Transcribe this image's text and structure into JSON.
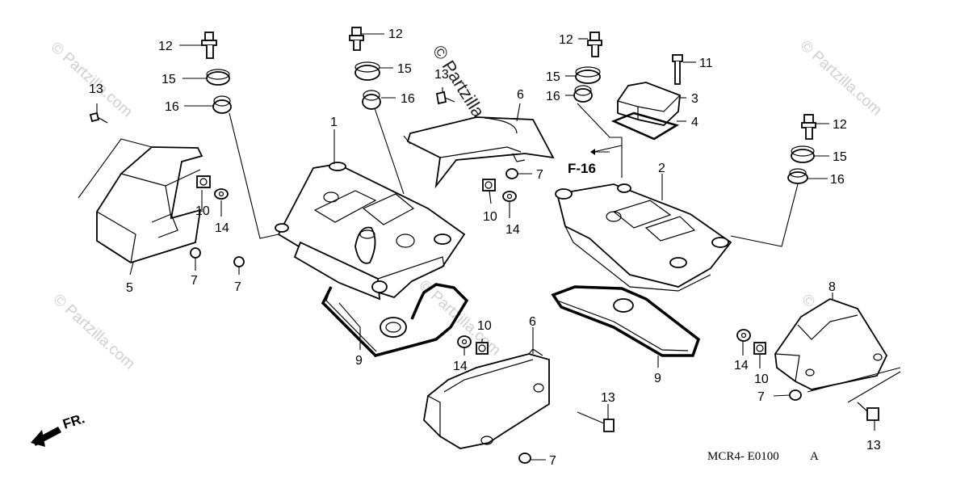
{
  "watermarks": {
    "main": "© Partzilla.com",
    "faded": "© Partzilla.com"
  },
  "direction_label": "FR.",
  "figure_ref": "F-16",
  "diagram_code": "MCR4- E0100",
  "diagram_code_suffix": "A",
  "callouts": [
    {
      "id": "c12a",
      "text": "12"
    },
    {
      "id": "c15a",
      "text": "15"
    },
    {
      "id": "c16a",
      "text": "16"
    },
    {
      "id": "c13a",
      "text": "13"
    },
    {
      "id": "c10a",
      "text": "10"
    },
    {
      "id": "c14a",
      "text": "14"
    },
    {
      "id": "c7a",
      "text": "7"
    },
    {
      "id": "c7b",
      "text": "7"
    },
    {
      "id": "c5",
      "text": "5"
    },
    {
      "id": "c12b",
      "text": "12"
    },
    {
      "id": "c15b",
      "text": "15"
    },
    {
      "id": "c16b",
      "text": "16"
    },
    {
      "id": "c1",
      "text": "1"
    },
    {
      "id": "c9a",
      "text": "9"
    },
    {
      "id": "c13b",
      "text": "13"
    },
    {
      "id": "c6a",
      "text": "6"
    },
    {
      "id": "c7c",
      "text": "7"
    },
    {
      "id": "c10b",
      "text": "10"
    },
    {
      "id": "c14b",
      "text": "14"
    },
    {
      "id": "c12c",
      "text": "12"
    },
    {
      "id": "c15c",
      "text": "15"
    },
    {
      "id": "c16c",
      "text": "16"
    },
    {
      "id": "c11",
      "text": "11"
    },
    {
      "id": "c3",
      "text": "3"
    },
    {
      "id": "c4",
      "text": "4"
    },
    {
      "id": "c2",
      "text": "2"
    },
    {
      "id": "c12d",
      "text": "12"
    },
    {
      "id": "c15d",
      "text": "15"
    },
    {
      "id": "c16d",
      "text": "16"
    },
    {
      "id": "c10c",
      "text": "10"
    },
    {
      "id": "c14c",
      "text": "14"
    },
    {
      "id": "c6b",
      "text": "6"
    },
    {
      "id": "c13c",
      "text": "13"
    },
    {
      "id": "c7d",
      "text": "7"
    },
    {
      "id": "c9b",
      "text": "9"
    },
    {
      "id": "c8",
      "text": "8"
    },
    {
      "id": "c14d",
      "text": "14"
    },
    {
      "id": "c10d",
      "text": "10"
    },
    {
      "id": "c7e",
      "text": "7"
    },
    {
      "id": "c13d",
      "text": "13"
    }
  ]
}
